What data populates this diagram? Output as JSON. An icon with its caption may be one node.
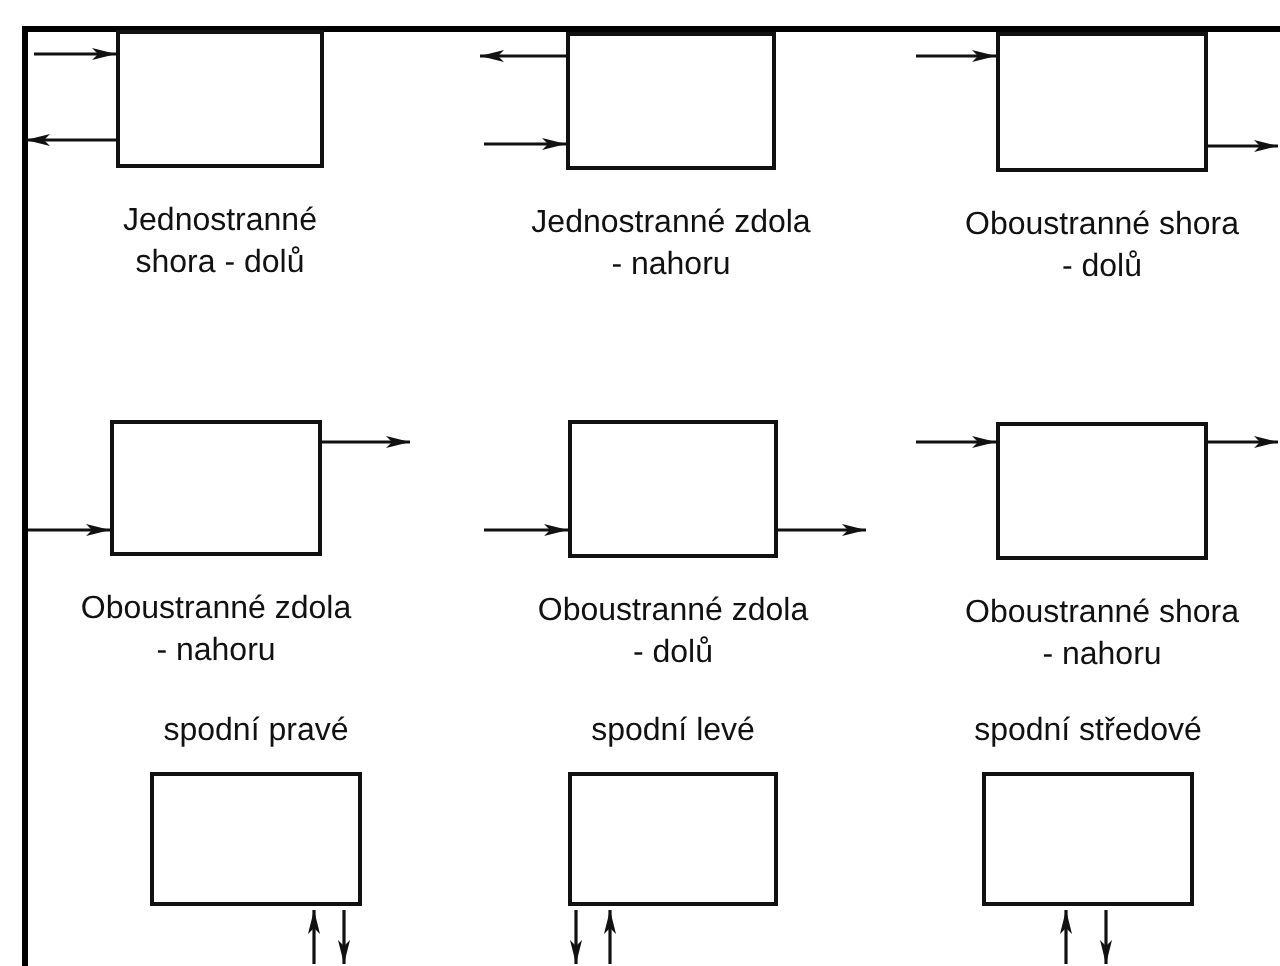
{
  "diagram": {
    "nodes": [
      {
        "text": [
          "Jednostranné shora - dolů"
        ]
      },
      {
        "text": [
          "Jednostranné zdola - nahoru"
        ]
      },
      {
        "text": [
          "Oboustranné shora - dolů"
        ]
      },
      {
        "text": [
          "Oboustranné zdola - nahoru"
        ]
      },
      {
        "text": [
          "Oboustranné zdola - dolů"
        ]
      },
      {
        "text": [
          "Oboustranné shora - nahoru"
        ]
      },
      {
        "text": [
          "spodní pravé"
        ]
      },
      {
        "text": [
          "spodní levé"
        ]
      },
      {
        "text": [
          "spodní středové"
        ]
      }
    ],
    "edges": [
      {
        "from": null,
        "to": 0,
        "arrow": "to"
      },
      {
        "from": 0,
        "to": null,
        "arrow": "to"
      },
      {
        "from": 1,
        "to": null,
        "arrow": "to"
      },
      {
        "from": null,
        "to": 1,
        "arrow": "to"
      },
      {
        "from": null,
        "to": 2,
        "arrow": "to"
      },
      {
        "from": 2,
        "to": null,
        "arrow": "to"
      },
      {
        "from": 3,
        "to": null,
        "arrow": "to"
      },
      {
        "from": null,
        "to": 3,
        "arrow": "to"
      },
      {
        "from": null,
        "to": 4,
        "arrow": "to"
      },
      {
        "from": 4,
        "to": null,
        "arrow": "to"
      },
      {
        "from": null,
        "to": 5,
        "arrow": "to"
      },
      {
        "from": 5,
        "to": null,
        "arrow": "to"
      },
      {
        "from": null,
        "to": 6,
        "arrow": "to"
      },
      {
        "from": 6,
        "to": null,
        "arrow": "to"
      },
      {
        "from": 7,
        "to": null,
        "arrow": "to"
      },
      {
        "from": null,
        "to": 7,
        "arrow": "to"
      },
      {
        "from": null,
        "to": 8,
        "arrow": "to"
      },
      {
        "from": 8,
        "to": null,
        "arrow": "to"
      }
    ]
  }
}
